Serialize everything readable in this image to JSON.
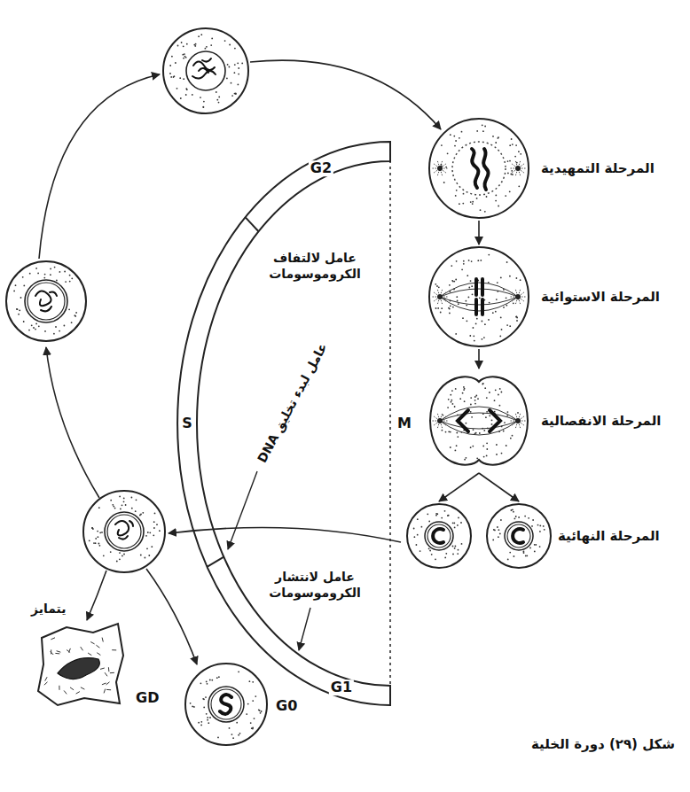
{
  "diagram": {
    "caption": "شكل (٢٩) دورة الخلية",
    "nodes": [
      {
        "text": [
          "المرحلة التمهيدية"
        ]
      },
      {
        "text": [
          "المرحلة الاستوائية"
        ]
      },
      {
        "text": [
          "المرحلة الانفصالية"
        ]
      },
      {
        "text": [
          "المرحلة النهائية"
        ]
      },
      {
        "text": [
          "يتمايز",
          "GD"
        ]
      },
      {
        "text": [
          "G0"
        ]
      }
    ],
    "edges": [
      {
        "from": 0,
        "to": 1,
        "arrow": "to"
      },
      {
        "from": 1,
        "to": 2,
        "arrow": "to"
      },
      {
        "from": 2,
        "to": 3,
        "arrow": "to"
      }
    ],
    "labels": [
      "G2",
      "S",
      "M",
      "G1",
      "عامل لالتفاف الكروموسومات",
      "عامل لبدء تخليق DNA",
      "عامل لانتشار الكروموسومات"
    ]
  }
}
